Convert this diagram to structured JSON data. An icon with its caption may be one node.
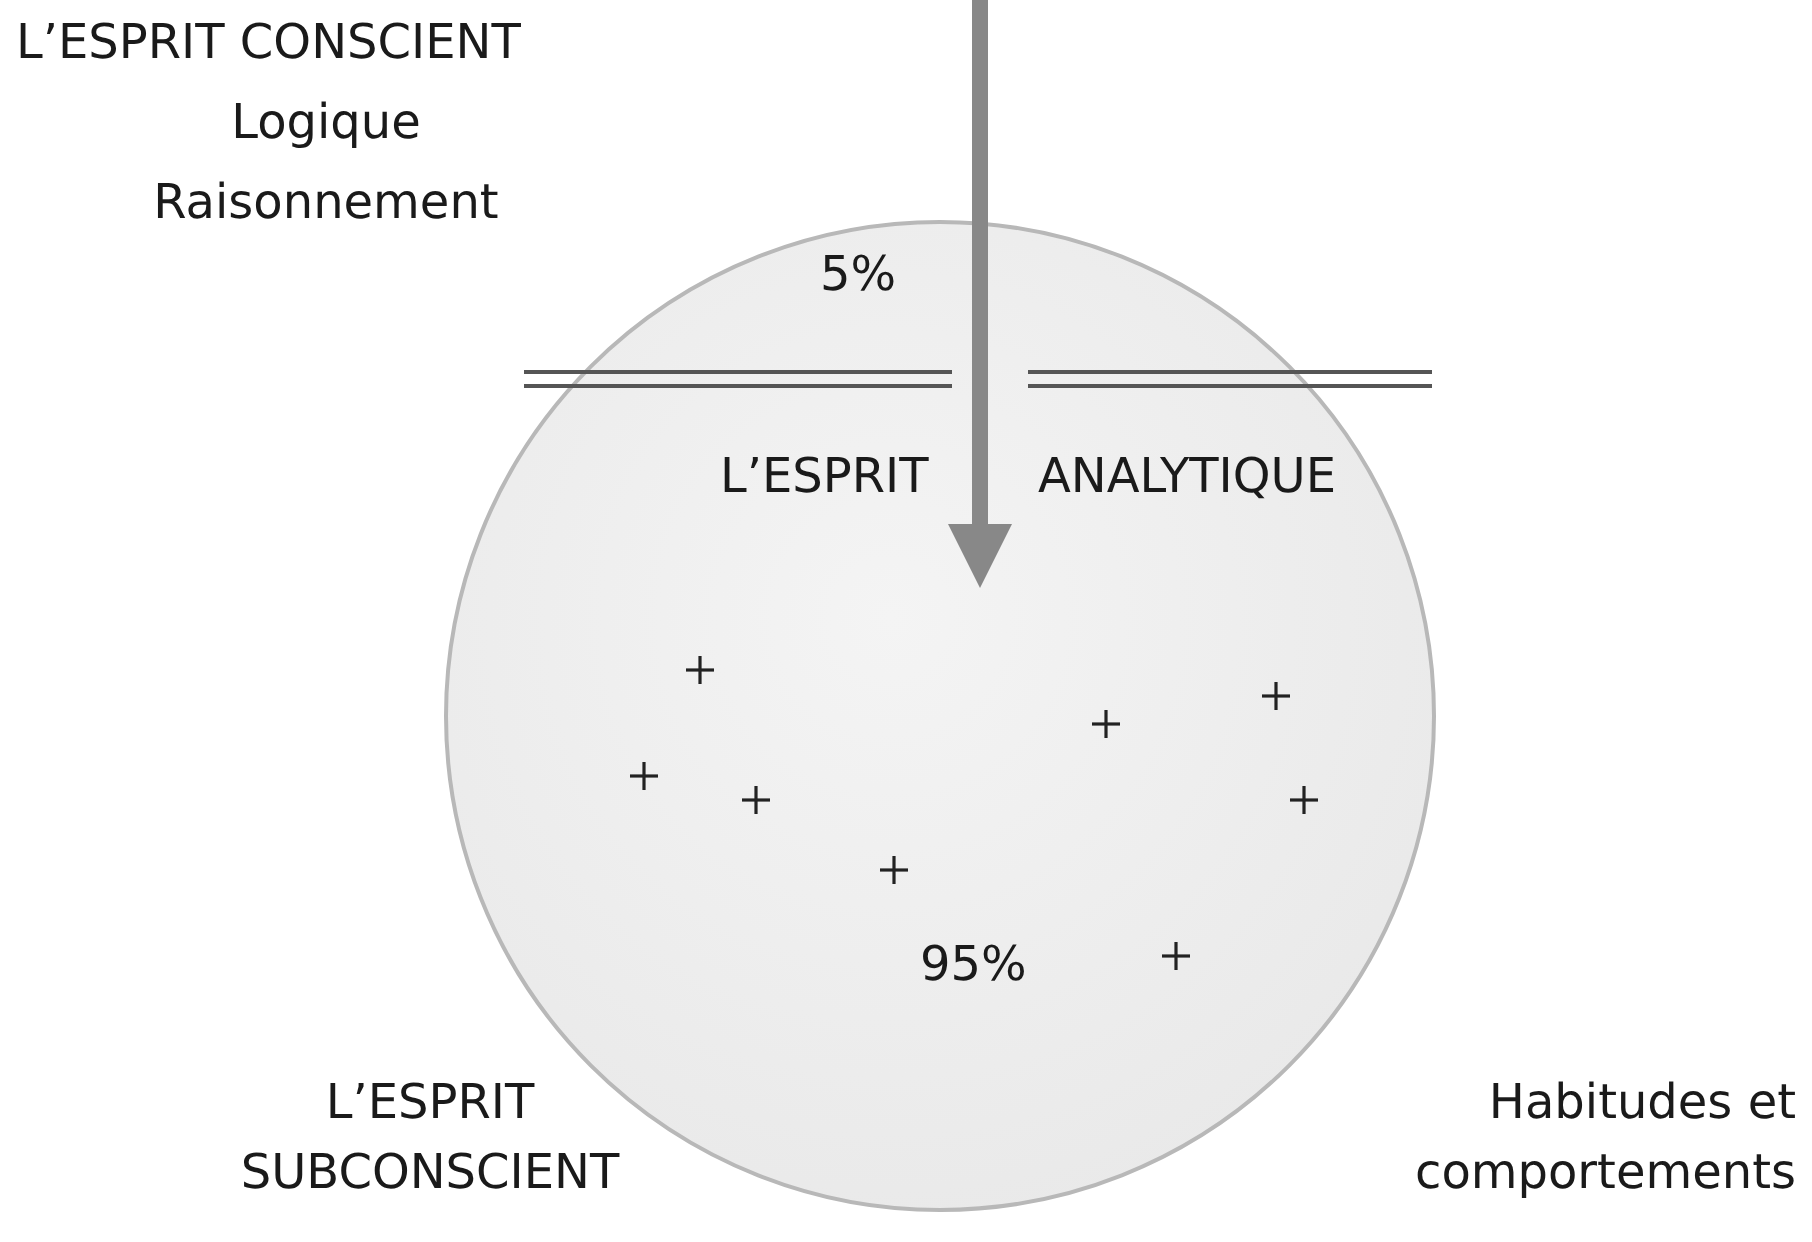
{
  "diagram": {
    "nodes": [
      {
        "text": [
          "5%",
          "L’ESPRIT",
          "ANALYTIQUE",
          "95%"
        ]
      }
    ],
    "labels": [
      "L’ESPRIT CONSCIENT",
      "Logique",
      "Raisonnement",
      "L’ESPRIT SUBCONSCIENT",
      "Habitudes et comportements"
    ]
  }
}
